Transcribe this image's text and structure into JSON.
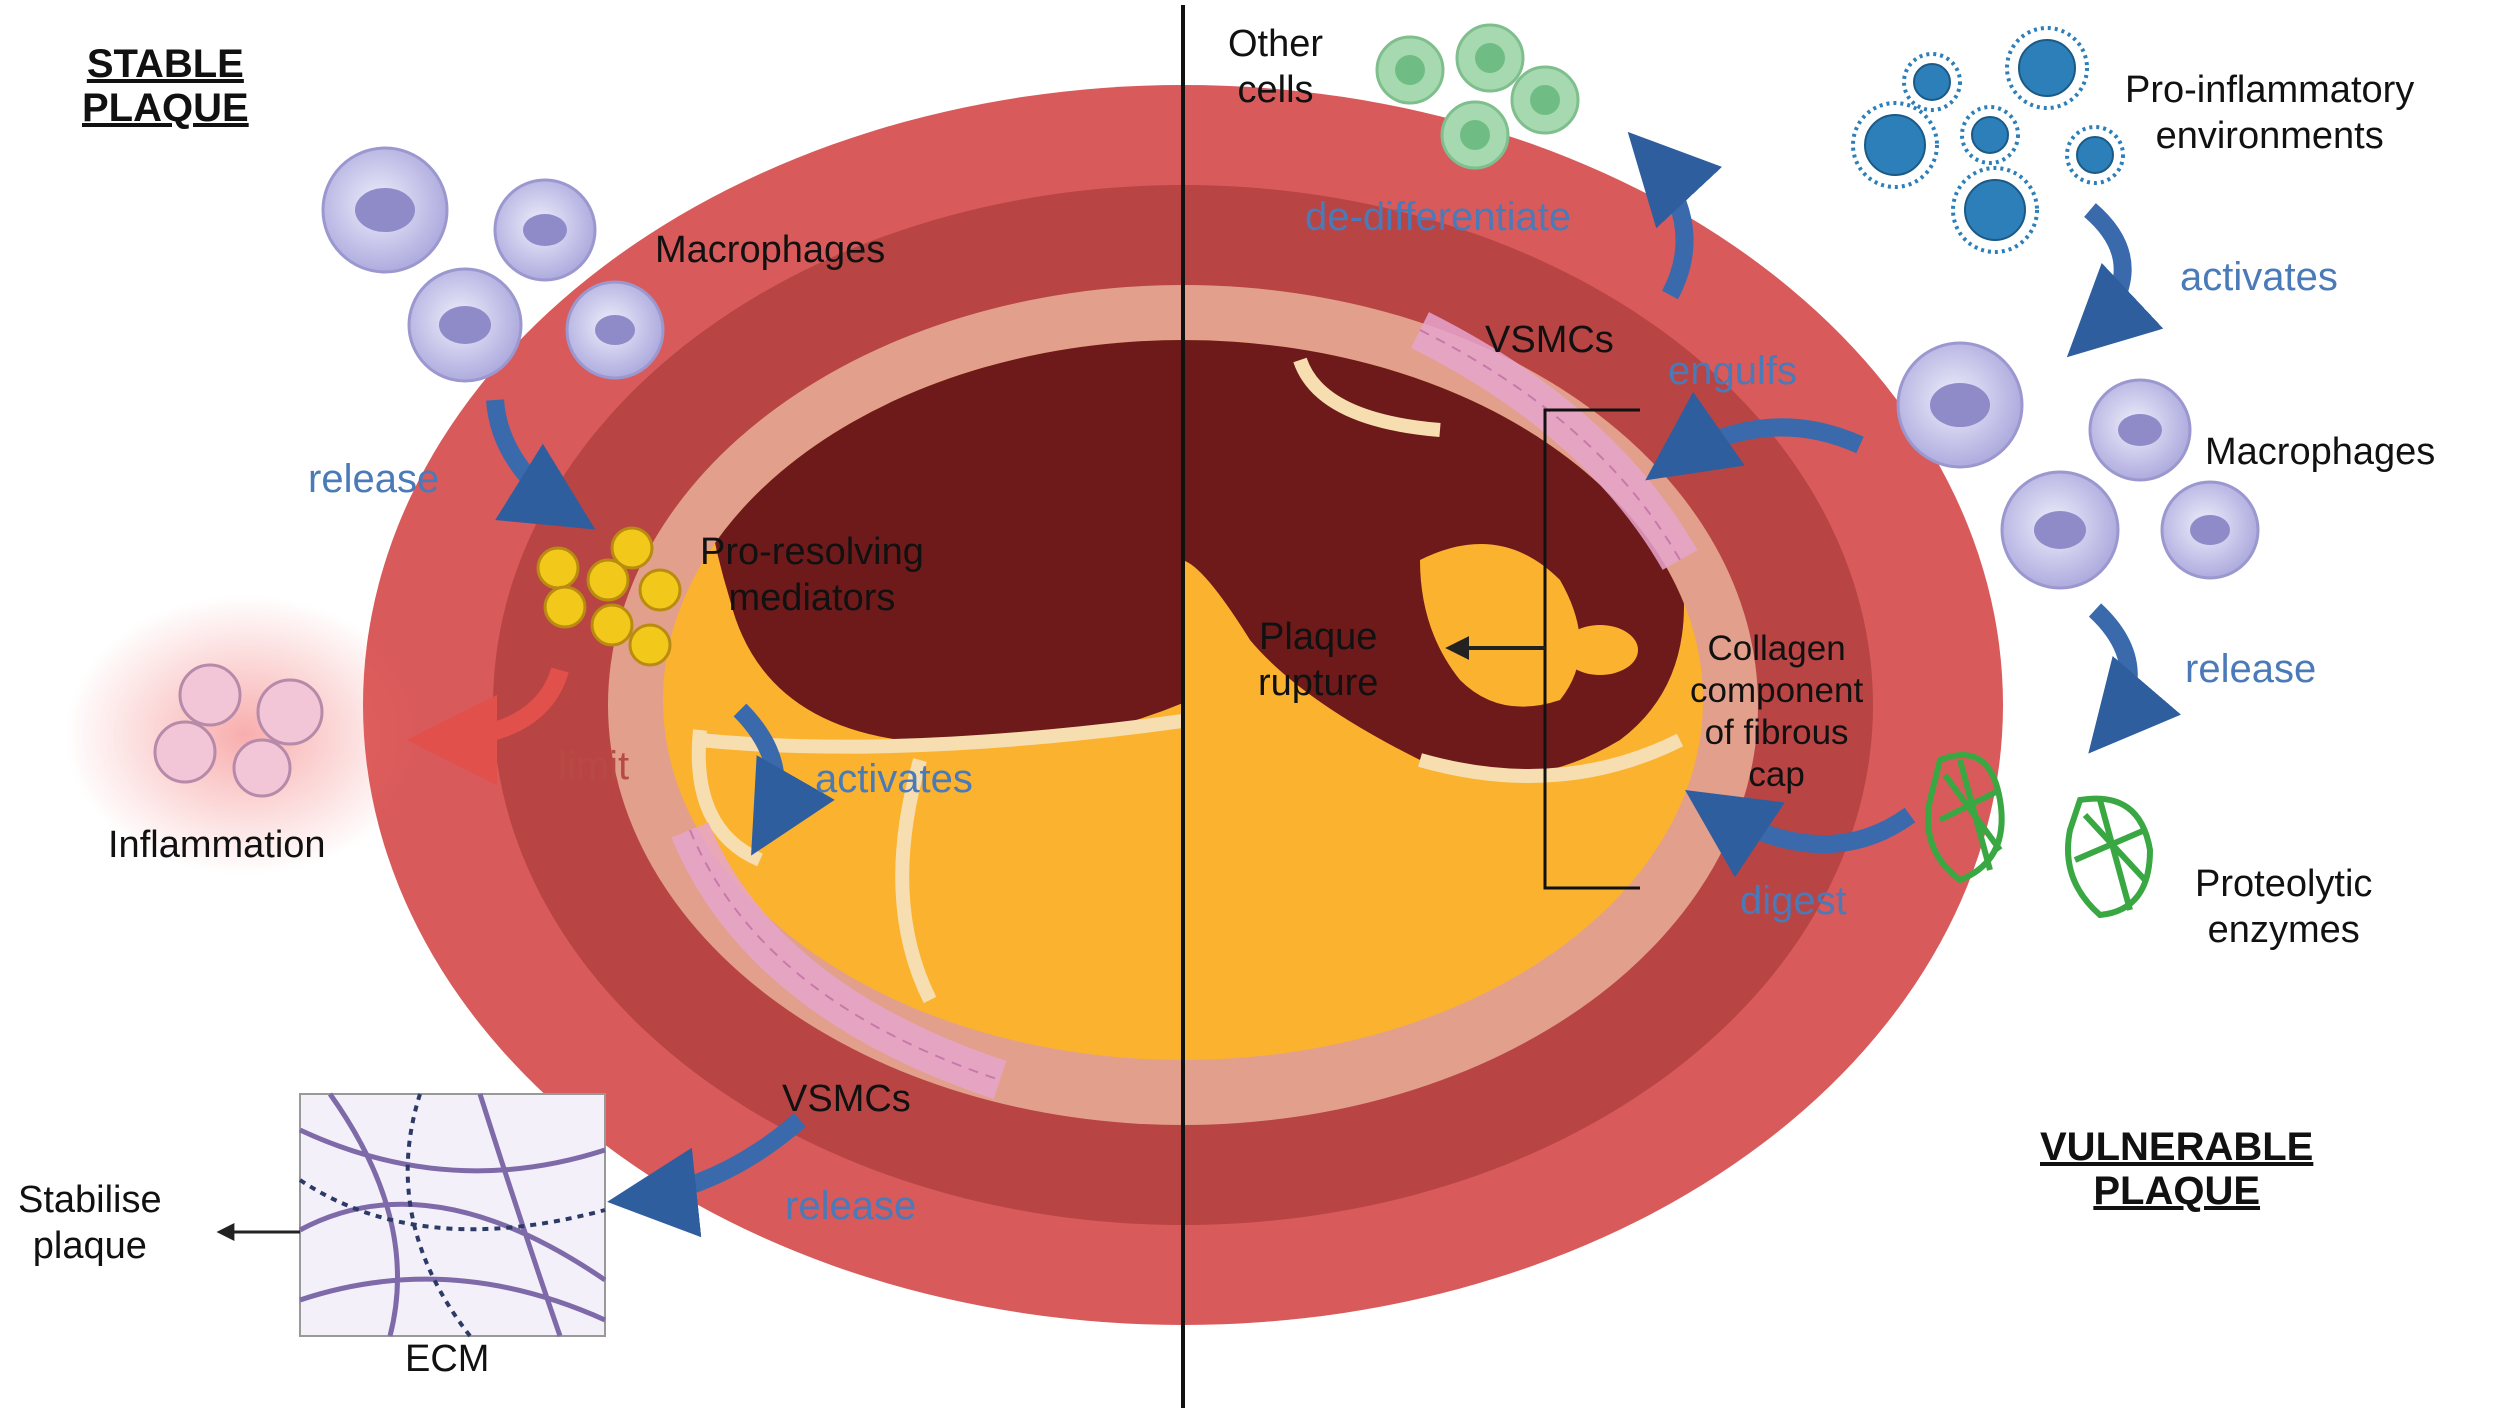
{
  "left": {
    "title": [
      "STABLE",
      "PLAQUE"
    ],
    "macrophages": "Macrophages",
    "release_1": "release",
    "pro_resolving": [
      "Pro-resolving",
      "mediators"
    ],
    "limit": "limit",
    "inflammation": "Inflammation",
    "activates": "activates",
    "vsmcs": "VSMCs",
    "release_2": "release",
    "stabilise": [
      "Stabilise",
      "plaque"
    ],
    "ecm": "ECM"
  },
  "right": {
    "other_cells": [
      "Other",
      "cells"
    ],
    "de_differentiate": "de-differentiate",
    "pro_inflammatory": [
      "Pro-inflammatory",
      "environments"
    ],
    "activates": "activates",
    "vsmcs": "VSMCs",
    "engulfs": "engulfs",
    "macrophages": "Macrophages",
    "release": "release",
    "plaque_rupture": [
      "Plaque",
      "rupture"
    ],
    "collagen": [
      "Collagen",
      "component",
      "of fibrous",
      "cap"
    ],
    "digest": "digest",
    "proteolytic": [
      "Proteolytic",
      "enzymes"
    ],
    "title": [
      "VULNERABLE",
      "PLAQUE"
    ]
  },
  "colors": {
    "outer_wall": "#d95a5a",
    "media": "#b94444",
    "intima": "#e2a08c",
    "lumen_dark": "#6e1a1a",
    "lipid_core": "#fbb22e",
    "cap_border": "#f6deb0",
    "vsmc_pink": "#e6a4cc",
    "arrow_blue": "#3a6aac",
    "macrophage": "#bfbde6",
    "virus": "#2c7fb8",
    "enzyme_green": "#3aa842",
    "other_cell_green": "#a6d9b0"
  }
}
